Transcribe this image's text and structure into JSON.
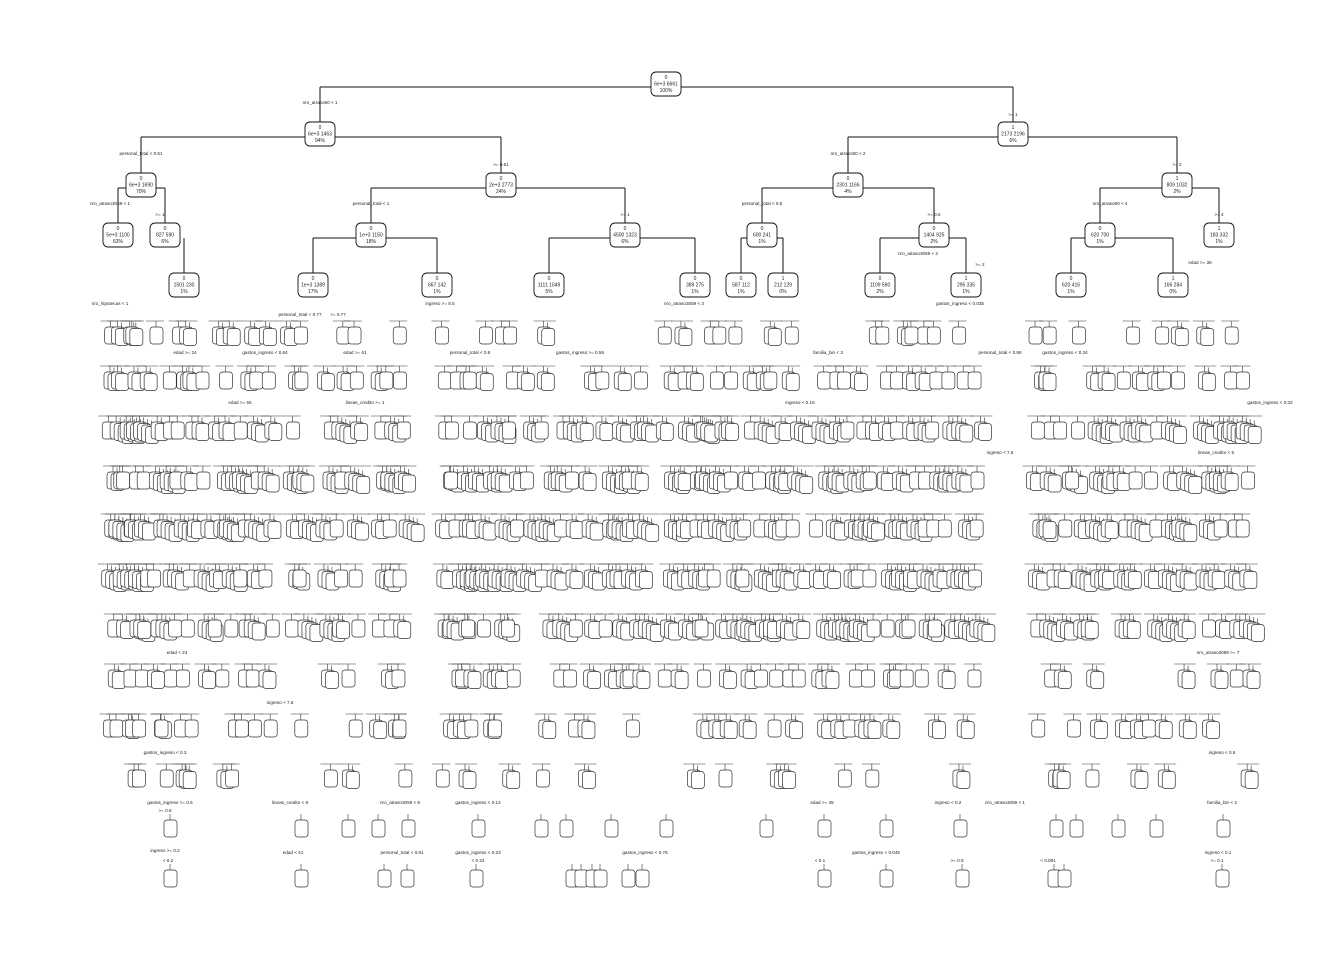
{
  "tree": {
    "nodes": [
      {
        "id": "n1",
        "lines": [
          "0",
          "6e+3 6661",
          "100%"
        ],
        "leaf": false
      },
      {
        "id": "n2",
        "lines": [
          "0",
          "6e+3 1463",
          "94%"
        ],
        "leaf": false
      },
      {
        "id": "n3",
        "lines": [
          "1",
          "2173 2196",
          "6%"
        ],
        "leaf": false
      },
      {
        "id": "n4",
        "lines": [
          "0",
          "6e+3 1690",
          "70%"
        ],
        "leaf": false
      },
      {
        "id": "n5",
        "lines": [
          "0",
          "2e+3 2773",
          "24%"
        ],
        "leaf": false
      },
      {
        "id": "n6",
        "lines": [
          "0",
          "2301 1166",
          "4%"
        ],
        "leaf": false
      },
      {
        "id": "n7",
        "lines": [
          "1",
          "809 1032",
          "2%"
        ],
        "leaf": false
      },
      {
        "id": "n8",
        "lines": [
          "0",
          "5e+3 1100",
          "63%"
        ],
        "leaf": false
      },
      {
        "id": "n9",
        "lines": [
          "0",
          "827 590",
          "6%"
        ],
        "leaf": false
      },
      {
        "id": "n10",
        "lines": [
          "0",
          "1e+3 1150",
          "18%"
        ],
        "leaf": false
      },
      {
        "id": "n11",
        "lines": [
          "0",
          "4500 1323",
          "6%"
        ],
        "leaf": false
      },
      {
        "id": "n12",
        "lines": [
          "0",
          "600 241",
          "1%"
        ],
        "leaf": false
      },
      {
        "id": "n13",
        "lines": [
          "0",
          "1404 925",
          "2%"
        ],
        "leaf": false
      },
      {
        "id": "n14",
        "lines": [
          "0",
          "620 700",
          "1%"
        ],
        "leaf": false
      },
      {
        "id": "n15",
        "lines": [
          "1",
          "183 332",
          "1%"
        ],
        "leaf": false
      },
      {
        "id": "n16",
        "lines": [
          "0",
          "1501 230",
          "1%"
        ],
        "leaf": false
      },
      {
        "id": "n17",
        "lines": [
          "0",
          "1e+3 1389",
          "17%"
        ],
        "leaf": false
      },
      {
        "id": "n18",
        "lines": [
          "0",
          "667 142",
          "1%"
        ],
        "leaf": false
      },
      {
        "id": "n19",
        "lines": [
          "0",
          "1111 1049",
          "5%"
        ],
        "leaf": false
      },
      {
        "id": "n20",
        "lines": [
          "0",
          "389 275",
          "1%"
        ],
        "leaf": false
      },
      {
        "id": "n21",
        "lines": [
          "0",
          "587 112",
          "1%"
        ],
        "leaf": false
      },
      {
        "id": "n22",
        "lines": [
          "1",
          "212 129",
          "0%"
        ],
        "leaf": false
      },
      {
        "id": "n23",
        "lines": [
          "0",
          "1109 590",
          "2%"
        ],
        "leaf": false
      },
      {
        "id": "n24",
        "lines": [
          "1",
          "295 335",
          "1%"
        ],
        "leaf": false
      },
      {
        "id": "n25",
        "lines": [
          "0",
          "620 416",
          "1%"
        ],
        "leaf": false
      },
      {
        "id": "n26",
        "lines": [
          "1",
          "166 284",
          "0%"
        ],
        "leaf": false
      }
    ],
    "split_labels": [
      "nro_atraso90 < 1",
      ">= 1",
      "personal_total < 0.51",
      ">= 0.51",
      "nro_atraso90 < 2",
      ">= 2",
      "nro_atraso3059 < 1",
      ">= 1",
      "personal_total < 1",
      ">= 1",
      "personal_total < 0.5",
      ">= 0.5",
      "nro_atraso3059 < 2",
      ">= 2",
      "nro_atraso90 < 4",
      ">= 4",
      "personal_total < 0.77",
      ">= 0.77",
      "ingreso >= 8.5",
      "gastos_ingreso >= 0.56",
      "nro_atraso3059 < 3",
      "edad >= 36",
      "familia_bin < 3",
      "gastos_ingreso < 0.035",
      "edad >= 61",
      "lineas_credito >= 1",
      "personal_total < 0.8",
      "gastos_ingreso < 0.34",
      "nro_hipotecas < 1",
      "edad >= 24",
      "gastos_ingreso < 0.64",
      "ingreso < 7.6",
      "edad >= 55",
      "ingreso < 0.15",
      "gastos_ingreso < 0.32",
      "personal_total < 0.86",
      "lineas_credito < 5",
      "nro_atraso3059 >= 7",
      "gastos_ingreso >= 0.6",
      "ingreso >= 0.2",
      "gastos_ingreso < 0.3",
      "lineas_credito < 8",
      "ingreso < 7.6",
      "gastos_ingreso < 0.14",
      "gastos_ingreso < 0.23",
      "edad < 41",
      "personal_total < 0.91",
      "gastos_ingreso < 0.045",
      "edad >= 45",
      "ingreso < 0.2",
      "nro_atraso3059 < 1",
      "gastos_ingreso < 0.76",
      "familia_bin < 2",
      "ingreso < 0.1",
      "edad < 24",
      "ingreso < 0.6",
      "nro_atraso3059 < 8",
      "< 0.2",
      ">= 0.6",
      "< 0.23",
      "< 0.1",
      ">= 0.5",
      "< 0.091",
      ">= 0.1"
    ]
  }
}
